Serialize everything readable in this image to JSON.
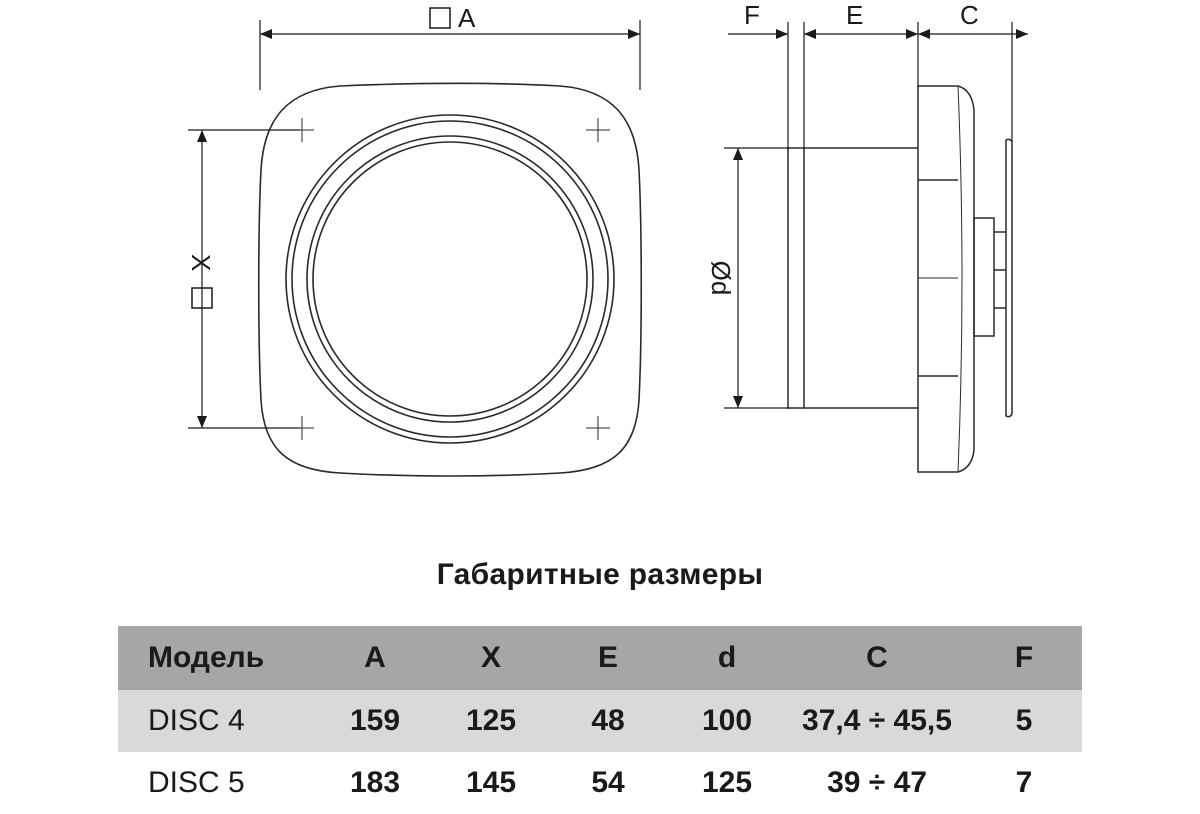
{
  "diagram": {
    "front_width_label": "A",
    "front_height_label": "X",
    "side_labels": {
      "f": "F",
      "e": "E",
      "c": "C",
      "diameter": "Ød"
    }
  },
  "title": "Габаритные размеры",
  "table": {
    "headers": [
      "Модель",
      "A",
      "X",
      "E",
      "d",
      "C",
      "F"
    ],
    "rows": [
      [
        "DISC 4",
        "159",
        "125",
        "48",
        "100",
        "37,4 ÷ 45,5",
        "5"
      ],
      [
        "DISC 5",
        "183",
        "145",
        "54",
        "125",
        "39 ÷ 47",
        "7"
      ]
    ]
  }
}
